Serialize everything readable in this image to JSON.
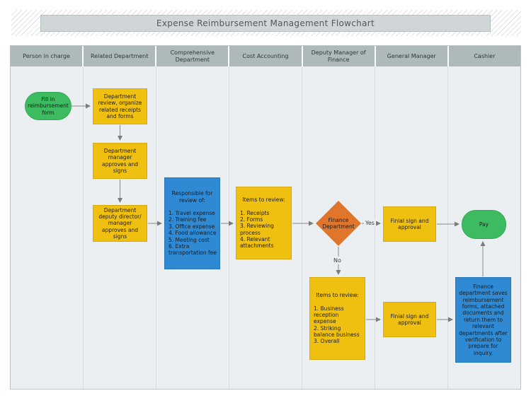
{
  "title": "Expense Reimbursement Management Flowchart",
  "lanes": [
    "Person in charge",
    "Related Department",
    "Comprehensive Department",
    "Cost Accounting",
    "Deputy Manager of Finance",
    "General Manager",
    "Cashier"
  ],
  "nodes": {
    "start": "Fill in reimbursement form",
    "dept_review": "Department review, organize related receipts and forms",
    "dept_manager": "Department manager approves and signs",
    "dept_deputy": "Department deputy director/ manager approves and signs",
    "comprehensive_heading": "Responsible for review of:",
    "comprehensive_items": "1. Travel expense\n2. Training fee\n3. Office expense\n4. Food allowance\n5. Meeting cost\n6. Extra transportation fee",
    "cost_heading": "Items to review:",
    "cost_items": "1. Receipts\n2. Forms\n3. Reviewing process\n4. Relevant attachments",
    "decision": "Finance Department",
    "final_sign_top": "Finial sign and approval",
    "pay": "Pay",
    "deputy_heading": "Items to review:",
    "deputy_items": "1. Business reception expense\n2. Striking balance business\n3. Overall",
    "final_sign_bottom": "Finial sign and approval",
    "cashier_note": "Finance department saves reimbursement forms, attached documents and return them to relevant departments after verification to prepare for inquiry."
  },
  "edge_labels": {
    "yes": "Yes",
    "no": "No"
  },
  "colors": {
    "process_yellow": "#F0C011",
    "start_green": "#3DBB60",
    "info_blue": "#2F8AD3",
    "decision_orange": "#E0752C",
    "lane_header": "#AEB9BB",
    "lane_body": "#ECEFF1",
    "connector": "#8A8A8A"
  }
}
